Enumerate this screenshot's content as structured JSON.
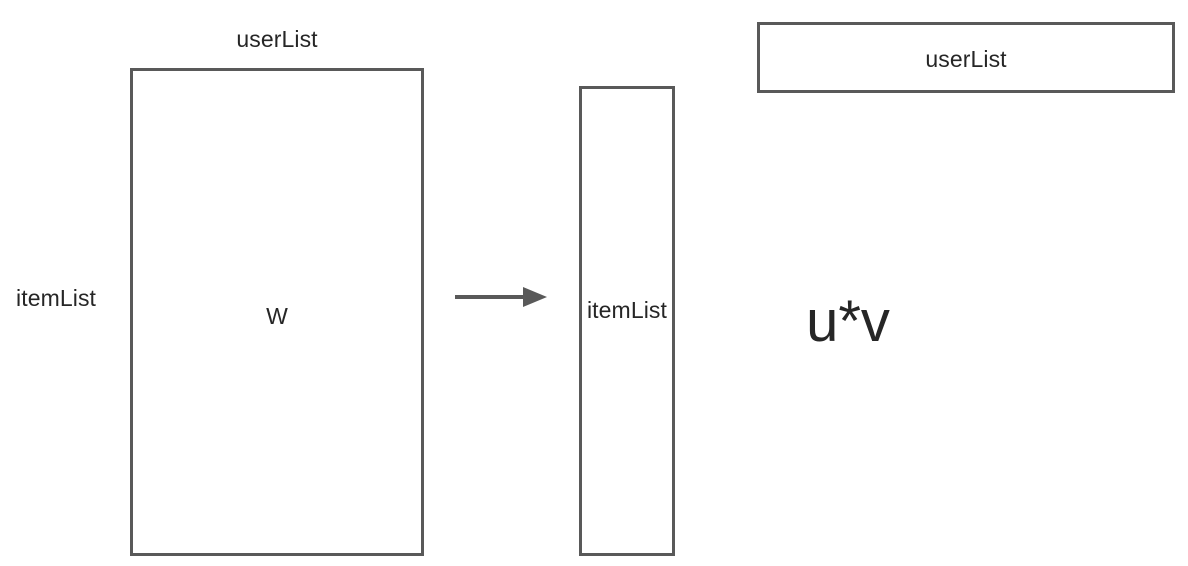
{
  "diagram": {
    "title": "matrix factorization diagram",
    "colors": {
      "border": "#595959",
      "text": "#262626",
      "background": "#ffffff",
      "arrow": "#595959"
    },
    "matrix_block": {
      "top_label": "userList",
      "side_label": "itemList",
      "inner_label": "W"
    },
    "arrow": {
      "icon": "right-arrow-icon",
      "direction": "right"
    },
    "item_vector_block": {
      "label": "itemList"
    },
    "user_vector_block": {
      "label": "userList"
    },
    "product": {
      "formula": "u*v"
    }
  }
}
